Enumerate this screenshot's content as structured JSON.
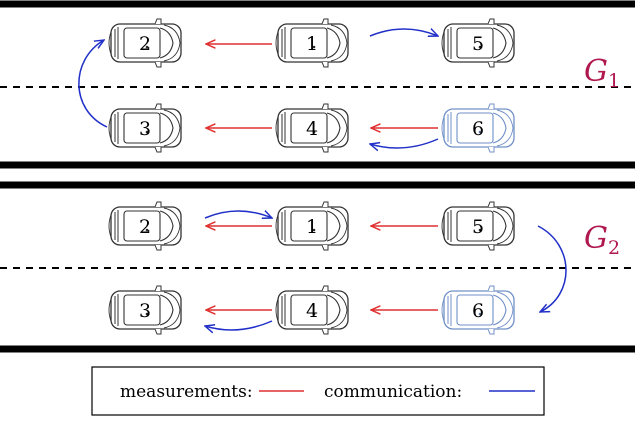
{
  "colors": {
    "measurement": "#e03030",
    "communication": "#2030c8",
    "car_default": "#333333",
    "car_highlight": "#7090c8",
    "graph_label": "#b01850"
  },
  "graphs": [
    {
      "label": "G",
      "subscript": "1",
      "cars": [
        {
          "id": "2",
          "highlight": false
        },
        {
          "id": "1",
          "highlight": false
        },
        {
          "id": "5",
          "highlight": false
        },
        {
          "id": "3",
          "highlight": false
        },
        {
          "id": "4",
          "highlight": false
        },
        {
          "id": "6",
          "highlight": true
        }
      ]
    },
    {
      "label": "G",
      "subscript": "2",
      "cars": [
        {
          "id": "2",
          "highlight": false
        },
        {
          "id": "1",
          "highlight": false
        },
        {
          "id": "5",
          "highlight": false
        },
        {
          "id": "3",
          "highlight": false
        },
        {
          "id": "4",
          "highlight": false
        },
        {
          "id": "6",
          "highlight": true
        }
      ]
    }
  ],
  "legend": {
    "measurements_label": "measurements:",
    "communication_label": "communication:"
  }
}
